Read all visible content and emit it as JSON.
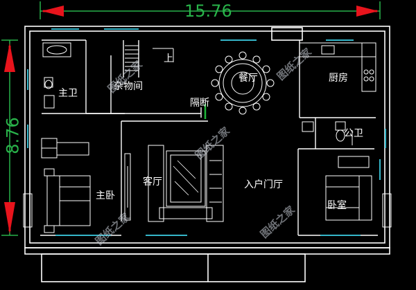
{
  "dimensions": {
    "width": "15.76",
    "depth": "8.76"
  },
  "rooms": {
    "master_bath": "主卫",
    "storage": "杂物间",
    "stairs_up": "上",
    "dining": "餐厅",
    "kitchen": "厨房",
    "partition": "隔断",
    "public_bath": "公卫",
    "living": "客厅",
    "master_bedroom": "主卧",
    "entrance_hall": "入户门厅",
    "bedroom": "卧室"
  },
  "watermark": "图纸之家",
  "colors": {
    "background": "#000000",
    "wall": "#ffffff",
    "dimension": "#29b34a",
    "arrow": "#e8141c",
    "window": "#35b6c9",
    "door_marker": "#1fb83a"
  }
}
